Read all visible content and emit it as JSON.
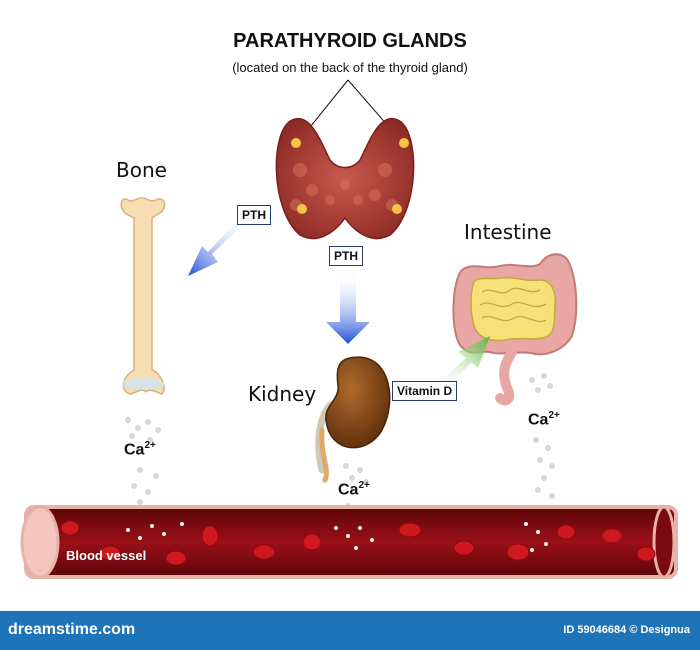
{
  "title": "PARATHYROID GLANDS",
  "subtitle": "(located on the back of the thyroid gland)",
  "labels": {
    "bone": "Bone",
    "intestine": "Intestine",
    "kidney": "Kidney",
    "pth_left": "PTH",
    "pth_center": "PTH",
    "vitamin_d": "Vitamin D",
    "ca_bone": "Ca",
    "ca_kidney": "Ca",
    "ca_intestine": "Ca",
    "charge": "2+",
    "blood_vessel": "Blood vessel"
  },
  "footer": {
    "brand": "dreamstime.com",
    "credit": "ID 59046684 © Designua"
  },
  "colors": {
    "thyroid": "#b3413a",
    "gland": "#f4c542",
    "arrow_blue": "#1f4fd8",
    "arrow_green": "#5fb83a",
    "bone": "#f6dcb0",
    "kidney": "#8a4a17",
    "vessel": "#8b0d14",
    "cell": "#d0181f",
    "footer": "#1d74b8"
  }
}
